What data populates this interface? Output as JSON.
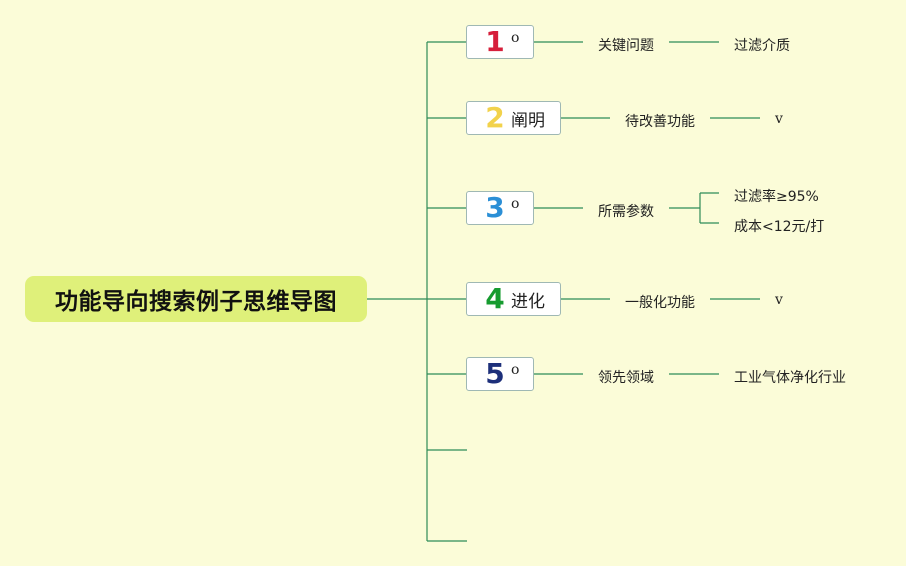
{
  "title": "功能导向搜索例子思维导图",
  "colors": {
    "background": "#fbfcd8",
    "root_fill": "#dff07a",
    "line": "#2e8b57",
    "num1": "#d61f3b",
    "num2": "#f2d24b",
    "num3": "#2b8fd6",
    "num4": "#169b2f",
    "num5": "#1d2f7a"
  },
  "branches": [
    {
      "num": "1",
      "label": "",
      "mark": "o",
      "child": "关键问题",
      "leaves": [
        "过滤介质"
      ]
    },
    {
      "num": "2",
      "label": "阐明",
      "mark": "",
      "child": "待改善功能",
      "leaves": [
        "v"
      ]
    },
    {
      "num": "3",
      "label": "",
      "mark": "o",
      "child": "所需参数",
      "leaves": [
        "过滤率≥95%",
        "成本<12元/打"
      ]
    },
    {
      "num": "4",
      "label": "进化",
      "mark": "",
      "child": "一般化功能",
      "leaves": [
        "v"
      ]
    },
    {
      "num": "5",
      "label": "",
      "mark": "o",
      "child": "领先领域",
      "leaves": [
        "工业气体净化行业"
      ]
    }
  ]
}
